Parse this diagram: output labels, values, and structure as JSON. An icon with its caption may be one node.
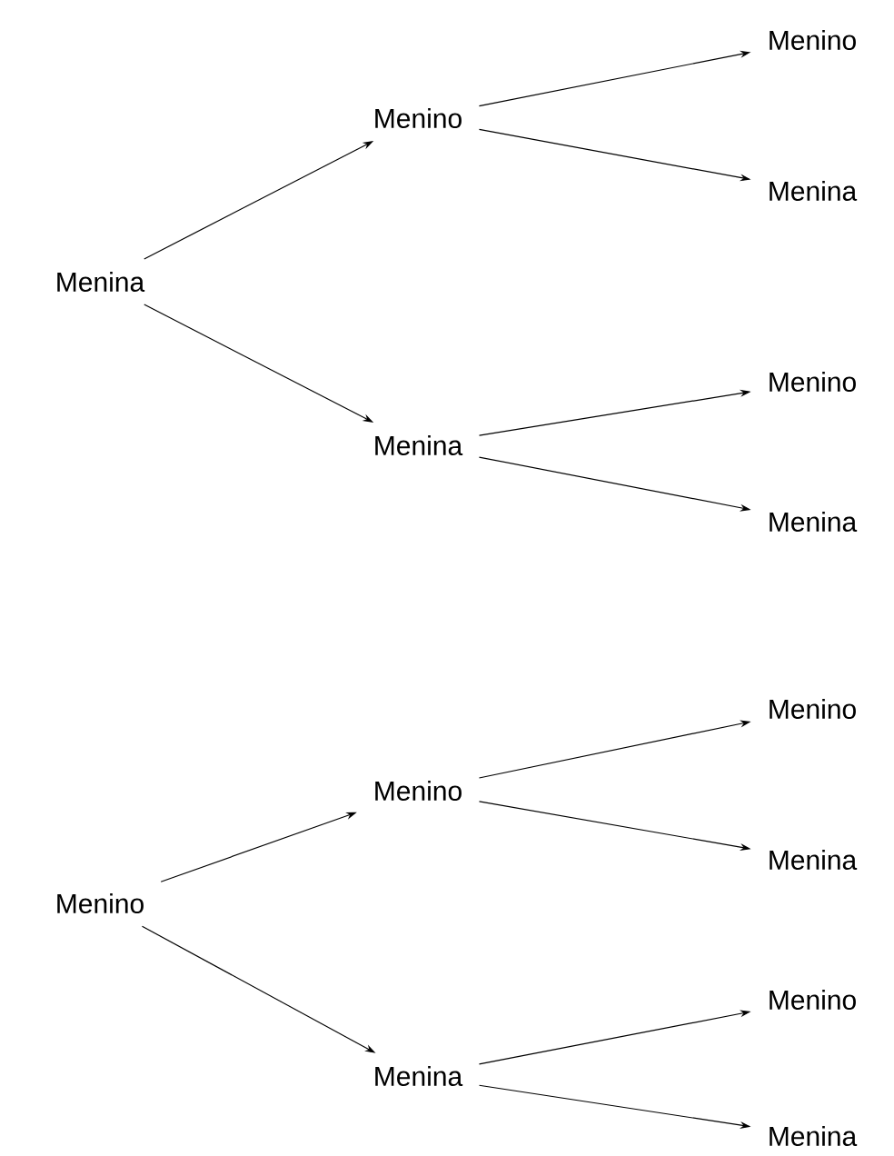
{
  "diagram": {
    "nodes": [
      {
        "text": [
          "Menina"
        ]
      },
      {
        "text": [
          "Menino"
        ]
      },
      {
        "text": [
          "Menino"
        ]
      },
      {
        "text": [
          "Menina"
        ]
      },
      {
        "text": [
          "Menina"
        ]
      },
      {
        "text": [
          "Menino"
        ]
      },
      {
        "text": [
          "Menina"
        ]
      },
      {
        "text": [
          "Menino"
        ]
      },
      {
        "text": [
          "Menino"
        ]
      },
      {
        "text": [
          "Menino"
        ]
      },
      {
        "text": [
          "Menina"
        ]
      },
      {
        "text": [
          "Menina"
        ]
      },
      {
        "text": [
          "Menino"
        ]
      },
      {
        "text": [
          "Menina"
        ]
      }
    ],
    "edges": [
      {
        "from": 0,
        "to": 1,
        "arrow": "to"
      },
      {
        "from": 0,
        "to": 4,
        "arrow": "to"
      },
      {
        "from": 1,
        "to": 2,
        "arrow": "to"
      },
      {
        "from": 1,
        "to": 3,
        "arrow": "to"
      },
      {
        "from": 4,
        "to": 5,
        "arrow": "to"
      },
      {
        "from": 4,
        "to": 6,
        "arrow": "to"
      },
      {
        "from": 7,
        "to": 8,
        "arrow": "to"
      },
      {
        "from": 7,
        "to": 11,
        "arrow": "to"
      },
      {
        "from": 8,
        "to": 9,
        "arrow": "to"
      },
      {
        "from": 8,
        "to": 10,
        "arrow": "to"
      },
      {
        "from": 11,
        "to": 12,
        "arrow": "to"
      },
      {
        "from": 11,
        "to": 13,
        "arrow": "to"
      }
    ]
  }
}
